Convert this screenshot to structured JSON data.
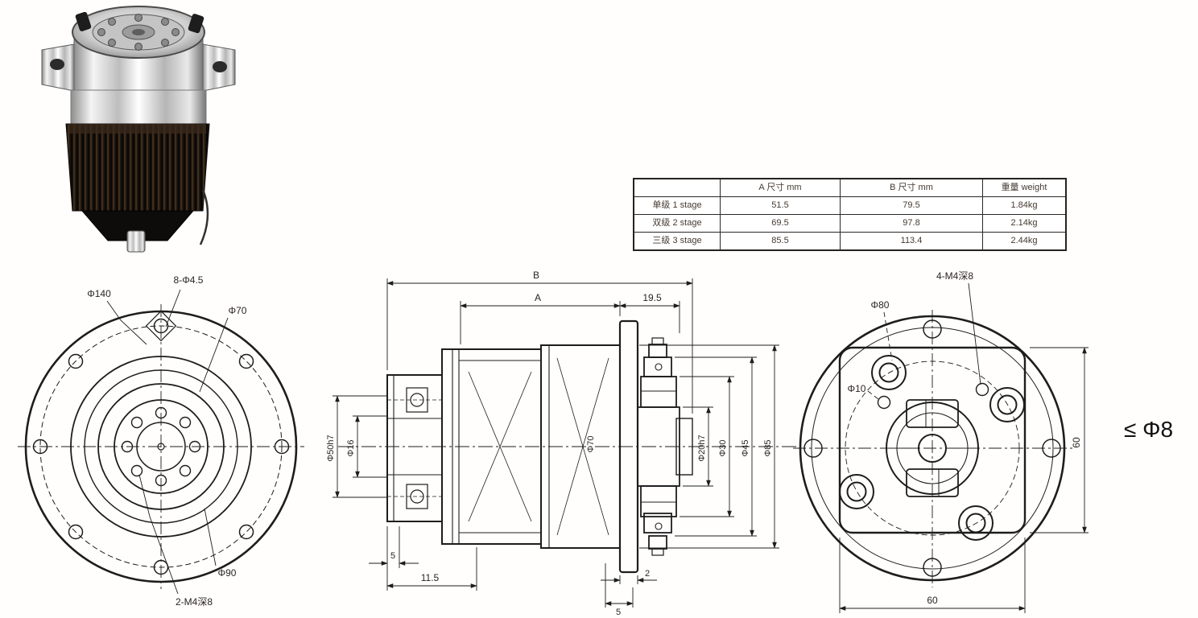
{
  "page": {
    "note_max_input_shaft": "≤ Φ8"
  },
  "spec_table": {
    "headers": [
      "",
      "A 尺寸 mm",
      "B 尺寸 mm",
      "重量 weight"
    ],
    "rows": [
      {
        "stage": "单级 1 stage",
        "a": "51.5",
        "b": "79.5",
        "weight": "1.84kg"
      },
      {
        "stage": "双级 2 stage",
        "a": "69.5",
        "b": "97.8",
        "weight": "2.14kg"
      },
      {
        "stage": "三级 3 stage",
        "a": "85.5",
        "b": "113.4",
        "weight": "2.44kg"
      }
    ]
  },
  "front_view": {
    "labels": {
      "bolt_circle_dia": "Φ140",
      "mount_holes": "8-Φ4.5",
      "pilot_dia": "Φ70",
      "recess_dia": "Φ90",
      "tapped_holes": "2-M4深8"
    }
  },
  "section_view": {
    "dims": {
      "overall_b": "B",
      "length_a": "A",
      "input_offset": "19.5",
      "body_dia": "Φ70",
      "output_pilot_dia": "Φ50h7",
      "output_shaft_dia": "Φ16",
      "hub_bore_dia": "Φ20h7",
      "clamp_dia": "Φ30",
      "spigot_dia": "Φ45",
      "flange_dia": "Φ85",
      "front_lip": "5",
      "front_section": "11.5",
      "plate_step": "2",
      "plate_thickness": "5"
    }
  },
  "rear_view": {
    "labels": {
      "tapped_holes": "4-M4深8",
      "bolt_circle_dia": "Φ80",
      "pin_hole_dia": "Φ10",
      "flange_width": "60",
      "flange_height": "60"
    }
  }
}
